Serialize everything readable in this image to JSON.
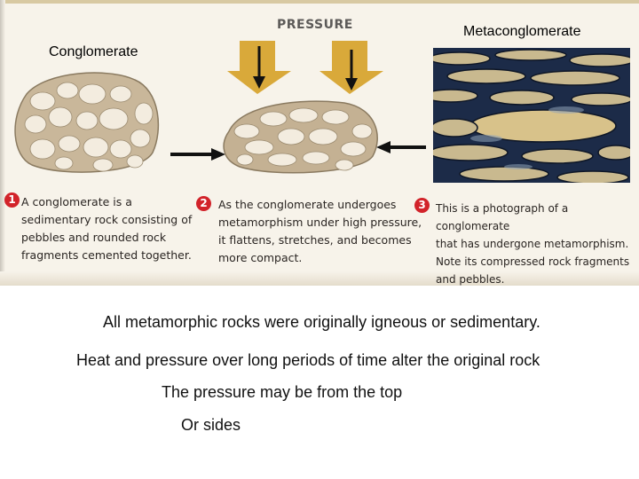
{
  "figure": {
    "pressure_title": "PRESSURE",
    "label_conglomerate": "Conglomerate",
    "label_metaconglomerate": "Metaconglomerate",
    "steps": [
      {
        "num": "1",
        "text": "A conglomerate is a\nsedimentary rock consisting of\npebbles and rounded rock\nfragments cemented together."
      },
      {
        "num": "2",
        "text": "As the conglomerate undergoes\nmetamorphism under high pressure,\nit flattens, stretches, and becomes\nmore compact."
      },
      {
        "num": "3",
        "text": "This is a photograph of a conglomerate\nthat has undergone metamorphism.\nNote its compressed rock fragments\nand pebbles."
      }
    ]
  },
  "text_lines": {
    "line1": "All metamorphic rocks were originally igneous or sedimentary.",
    "line2": "Heat and pressure over long periods of time alter the original rock",
    "line3": "The pressure may be from the top",
    "line4": "Or sides"
  },
  "colors": {
    "pressure_arrow": "#d9a93a",
    "step_badge": "#d2232a",
    "photo_bg": "#1a2a4a"
  },
  "icons": [
    "down-arrow-icon",
    "right-arrow-icon",
    "left-arrow-icon"
  ]
}
